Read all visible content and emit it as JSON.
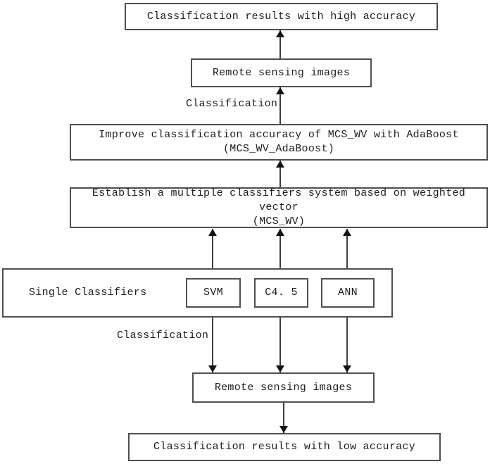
{
  "diagram": {
    "nodes": {
      "result_high": "Classification results with high accuracy",
      "remote_top": "Remote sensing images",
      "improve_line1": "Improve classification accuracy of MCS_WV with AdaBoost",
      "improve_line2": "(MCS_WV_AdaBoost)",
      "establish_line1": "Establish a multiple classifiers system based on weighted vector",
      "establish_line2": "(MCS_WV)",
      "single_classifiers": "Single Classifiers",
      "svm": "SVM",
      "c45": "C4. 5",
      "ann": "ANN",
      "remote_bottom": "Remote sensing images",
      "result_low": "Classification results with low accuracy"
    },
    "labels": {
      "classification_top": "Classification",
      "classification_bottom": "Classification"
    },
    "colors": {
      "border": "#4f4f4f",
      "connector": "#3f3f3f",
      "arrow": "#141414",
      "text": "#1c1c1c",
      "background": "#ffffff"
    }
  }
}
